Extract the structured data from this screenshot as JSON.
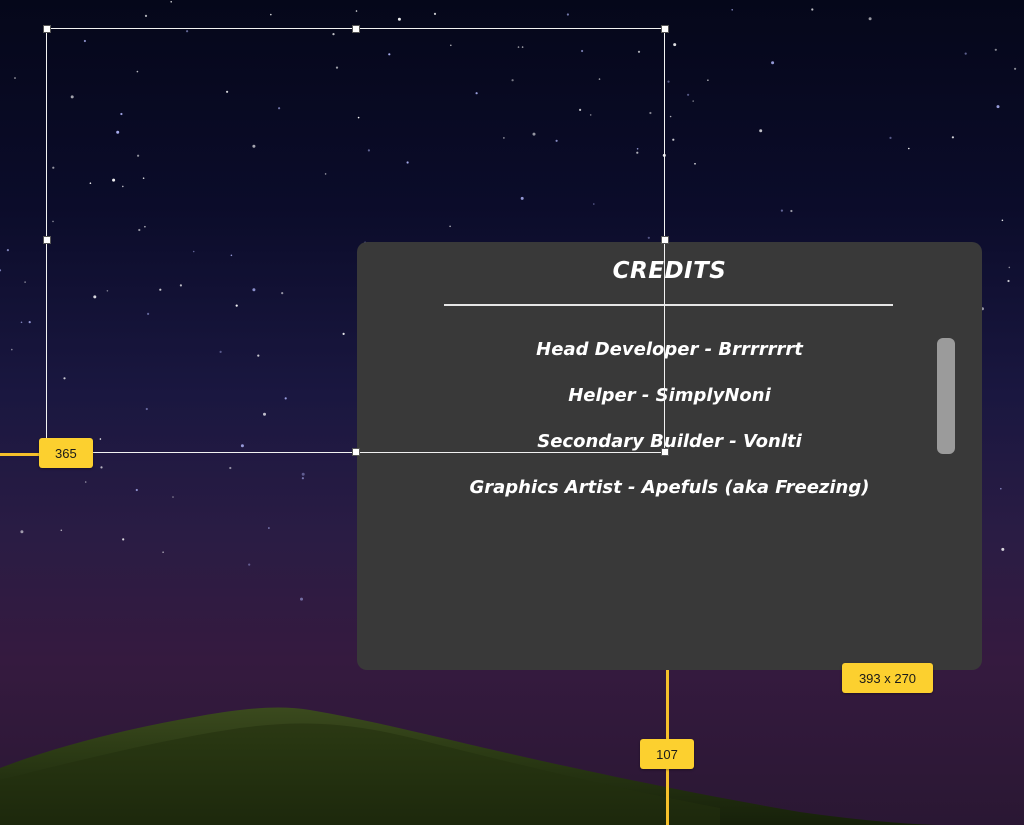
{
  "panel": {
    "title": "CREDITS",
    "credits": [
      "Head Developer - Brrrrrrrt",
      "Helper - SimplyNoni",
      "Secondary Builder - Vonlti",
      "Graphics Artist - Apefuls (aka Freezing)"
    ]
  },
  "measurements": {
    "left_offset": "365",
    "size": "393 x 270",
    "bottom_offset": "107"
  },
  "colors": {
    "panel_background": "#393939",
    "guide_accent": "#f5c02b",
    "badge_background": "#fcd02f",
    "scrollbar_thumb": "#9b9b9b"
  }
}
